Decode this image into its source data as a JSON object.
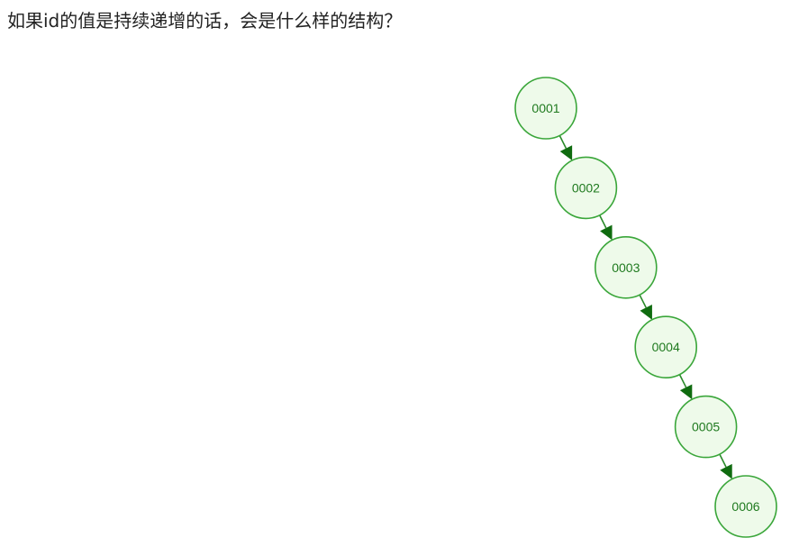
{
  "question": {
    "text": "如果id的值是持续递增的话，会是什么样的结构？"
  },
  "diagram": {
    "type": "linked-chain",
    "colors": {
      "node_fill": "#eefaea",
      "node_stroke": "#3aa63a",
      "label": "#1f7a1f",
      "edge": "#2a8a2a",
      "arrowhead": "#0f6b0f"
    },
    "nodes": [
      {
        "label": "0001"
      },
      {
        "label": "0002"
      },
      {
        "label": "0003"
      },
      {
        "label": "0004"
      },
      {
        "label": "0005"
      },
      {
        "label": "0006"
      }
    ],
    "edges": [
      {
        "from": 0,
        "to": 1
      },
      {
        "from": 1,
        "to": 2
      },
      {
        "from": 2,
        "to": 3
      },
      {
        "from": 3,
        "to": 4
      },
      {
        "from": 4,
        "to": 5
      }
    ]
  }
}
